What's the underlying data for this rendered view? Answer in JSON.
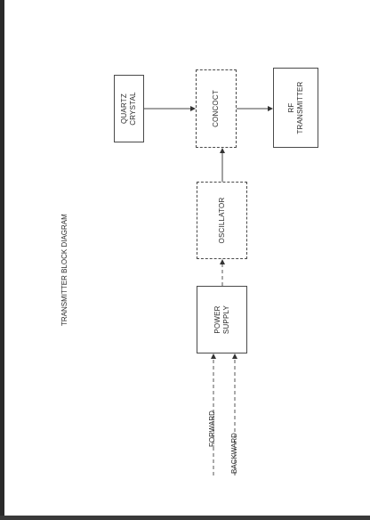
{
  "title": "TRANSMITTER BLOCK DIAGRAM",
  "blocks": {
    "quartz": {
      "line1": "QUARTZ",
      "line2": "CRYSTAL"
    },
    "concoct": {
      "label": "CONCOCT"
    },
    "rf": {
      "line1": "RF",
      "line2": "TRANSMITTER"
    },
    "oscillator": {
      "label": "OSCILLATOR"
    },
    "power": {
      "line1": "POWER",
      "line2": "SUPPLY"
    }
  },
  "inputs": {
    "forward": "FORWARD",
    "backward": "BACKWARD"
  }
}
